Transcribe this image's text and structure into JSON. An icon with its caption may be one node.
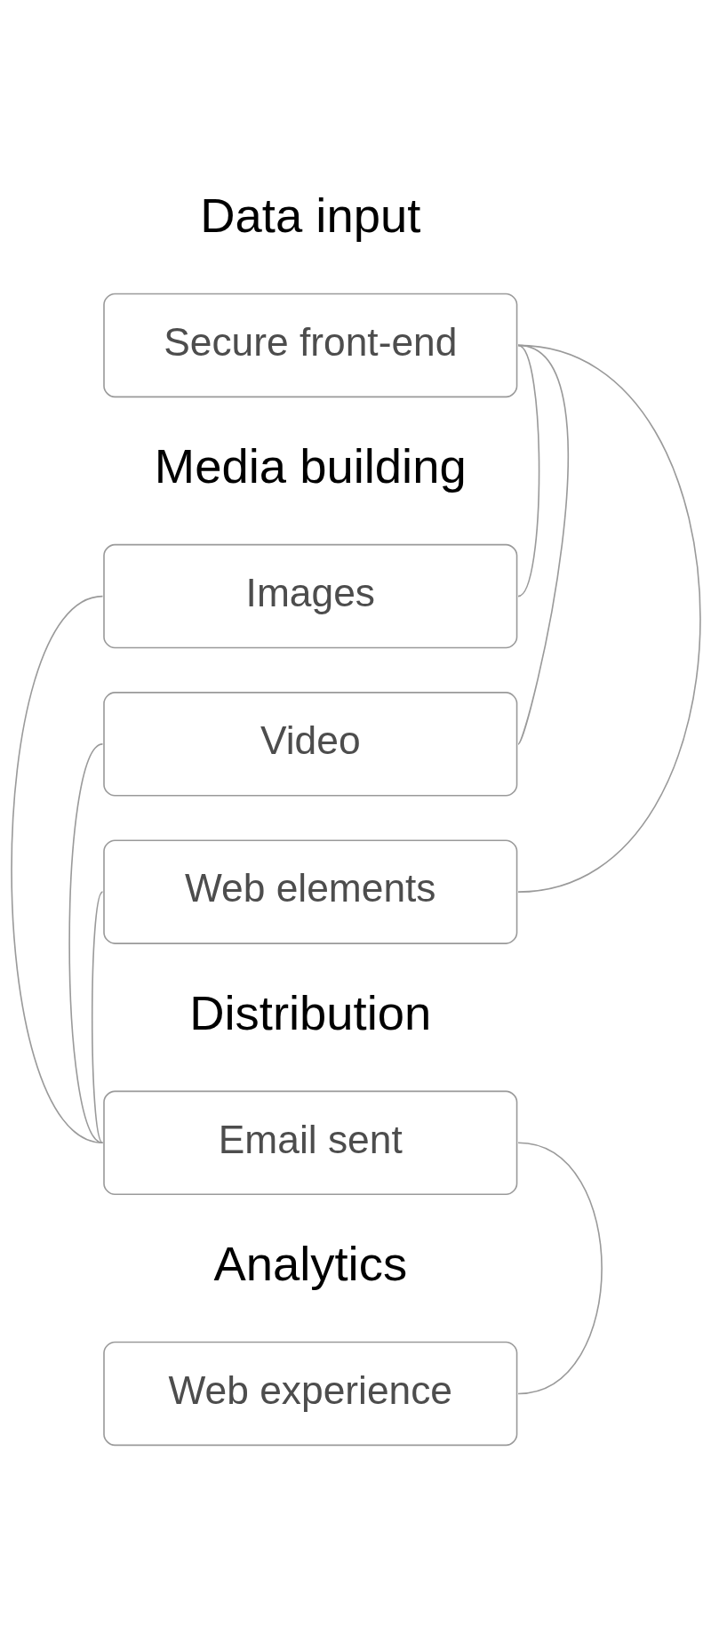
{
  "diagram": {
    "nodes": [
      {
        "text": [
          "Secure front-end"
        ]
      },
      {
        "text": [
          "Images"
        ]
      },
      {
        "text": [
          "Video"
        ]
      },
      {
        "text": [
          "Web elements"
        ]
      },
      {
        "text": [
          "Email sent"
        ]
      },
      {
        "text": [
          "Web experience"
        ]
      }
    ],
    "edges": [
      {
        "from": 0,
        "to": 1,
        "arrow": "none"
      },
      {
        "from": 0,
        "to": 2,
        "arrow": "none"
      },
      {
        "from": 0,
        "to": 3,
        "arrow": "none"
      },
      {
        "from": 1,
        "to": 4,
        "arrow": "none"
      },
      {
        "from": 2,
        "to": 4,
        "arrow": "none"
      },
      {
        "from": 3,
        "to": 4,
        "arrow": "none"
      },
      {
        "from": 4,
        "to": 5,
        "arrow": "none"
      }
    ],
    "labels": [
      "Data input",
      "Media building",
      "Distribution",
      "Analytics"
    ]
  }
}
